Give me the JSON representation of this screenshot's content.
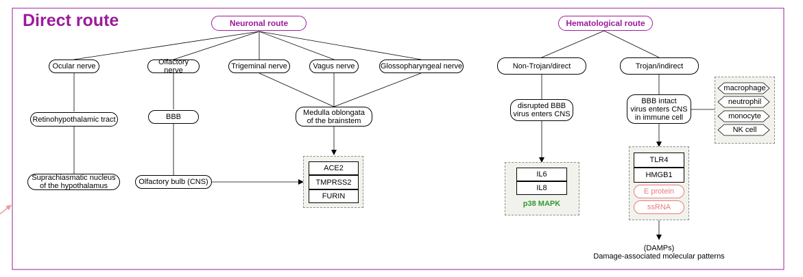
{
  "title": "Direct route",
  "neuronal": {
    "header": "Neuronal route",
    "nerves": [
      "Ocular nerve",
      "Olfactory nerve",
      "Trigeminal nerve",
      "Vagus nerve",
      "Glossopharyngeal nerve"
    ],
    "retino": "Retinohypothalamic tract",
    "suprachiasmatic": "Suprachiasmatic nucleus\nof the hypothalamus",
    "bbb": "BBB",
    "olfactory_bulb": "Olfactory bulb (CNS)",
    "medulla": "Medulla oblongata\nof the brainstem",
    "receptors": [
      "ACE2",
      "TMPRSS2",
      "FURIN"
    ]
  },
  "hematological": {
    "header": "Hematological route",
    "non_trojan": "Non-Trojan/direct",
    "trojan": "Trojan/indirect",
    "disrupted": "disrupted BBB\nvirus enters CNS",
    "intact": "BBB intact\nvirus enters CNS\nin immune cell",
    "cytokines": [
      "IL6",
      "IL8"
    ],
    "pathway": "p38 MAPK",
    "cells": [
      "macrophage",
      "neutrophil",
      "monocyte",
      "NK cell"
    ],
    "tlr": [
      "TLR4",
      "HMGB1"
    ],
    "viral": [
      "E protein",
      "ssRNA"
    ],
    "damps": "(DAMPs)\nDamage-associated molecular patterns"
  },
  "colors": {
    "accent": "#9b1b9b",
    "edge": "#e87a7a",
    "green": "#2e9a2e"
  }
}
